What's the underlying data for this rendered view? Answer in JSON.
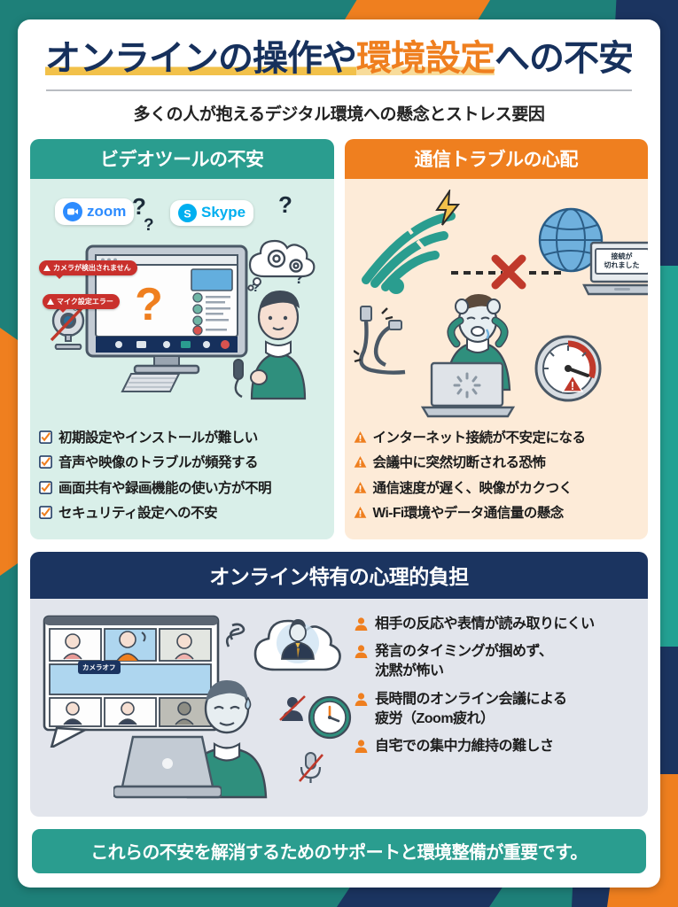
{
  "theme": {
    "teal": "#1e8079",
    "green": "#2a9d8f",
    "orange": "#ef7f1f",
    "navy": "#1b3460",
    "title_navy": "#16305c",
    "highlight_yellow": "#f2c14a",
    "panel_green_bg": "#d9efe9",
    "panel_orange_bg": "#fdebd8",
    "panel_wide_bg": "#e2e5ec",
    "alert_red": "#c9302c"
  },
  "header": {
    "title_part1": "オンラインの操作や",
    "title_part2": "環境設定",
    "title_part3": "への不安",
    "subtitle": "多くの人が抱えるデジタル環境への懸念とストレス要因"
  },
  "panels": [
    {
      "id": "video-tools",
      "heading": "ビデオツールの不安",
      "bullet_icon": "checkbox-icon",
      "bullets": [
        "初期設定やインストールが難しい",
        "音声や映像のトラブルが頻発する",
        "画面共有や録画機能の使い方が不明",
        "セキュリティ設定への不安"
      ],
      "illustration": {
        "zoom_label": "zoom",
        "skype_label": "Skype",
        "question_marks": [
          "?",
          "?",
          "?",
          "?",
          "?"
        ],
        "error_badges": [
          "カメラが検出されません",
          "マイク設定エラー"
        ],
        "screen_question": "?"
      }
    },
    {
      "id": "connection-trouble",
      "heading": "通信トラブルの心配",
      "bullet_icon": "warning-triangle-icon",
      "bullets": [
        "インターネット接続が不安定になる",
        "会議中に突然切断される恐怖",
        "通信速度が遅く、映像がカクつく",
        "Wi-Fi環境やデータ通信量の懸念"
      ],
      "illustration": {
        "laptop_note": "接続が\n切れました",
        "laptop_note_line1": "接続が",
        "laptop_note_line2": "切れました"
      }
    }
  ],
  "bottom_panel": {
    "id": "psychological-burden",
    "heading": "オンライン特有の心理的負担",
    "bullet_icon": "person-icon",
    "bullets": [
      "相手の反応や表情が読み取りにくい",
      "発言のタイミングが掴めず、\n沈黙が怖い",
      "長時間のオンライン会議による\n疲労（Zoom疲れ）",
      "自宅での集中力維持の難しさ"
    ],
    "bullets_flat": [
      "相手の反応や表情が読み取りにくい",
      "発言のタイミングが掴めず、",
      "沈黙が怖い",
      "長時間のオンライン会議による",
      "疲労（Zoom疲れ）",
      "自宅での集中力維持の難しさ"
    ],
    "illustration": {
      "camera_off_tag": "カメラオフ"
    }
  },
  "footer": {
    "message": "これらの不安を解消するためのサポートと環境整備が重要です。"
  }
}
